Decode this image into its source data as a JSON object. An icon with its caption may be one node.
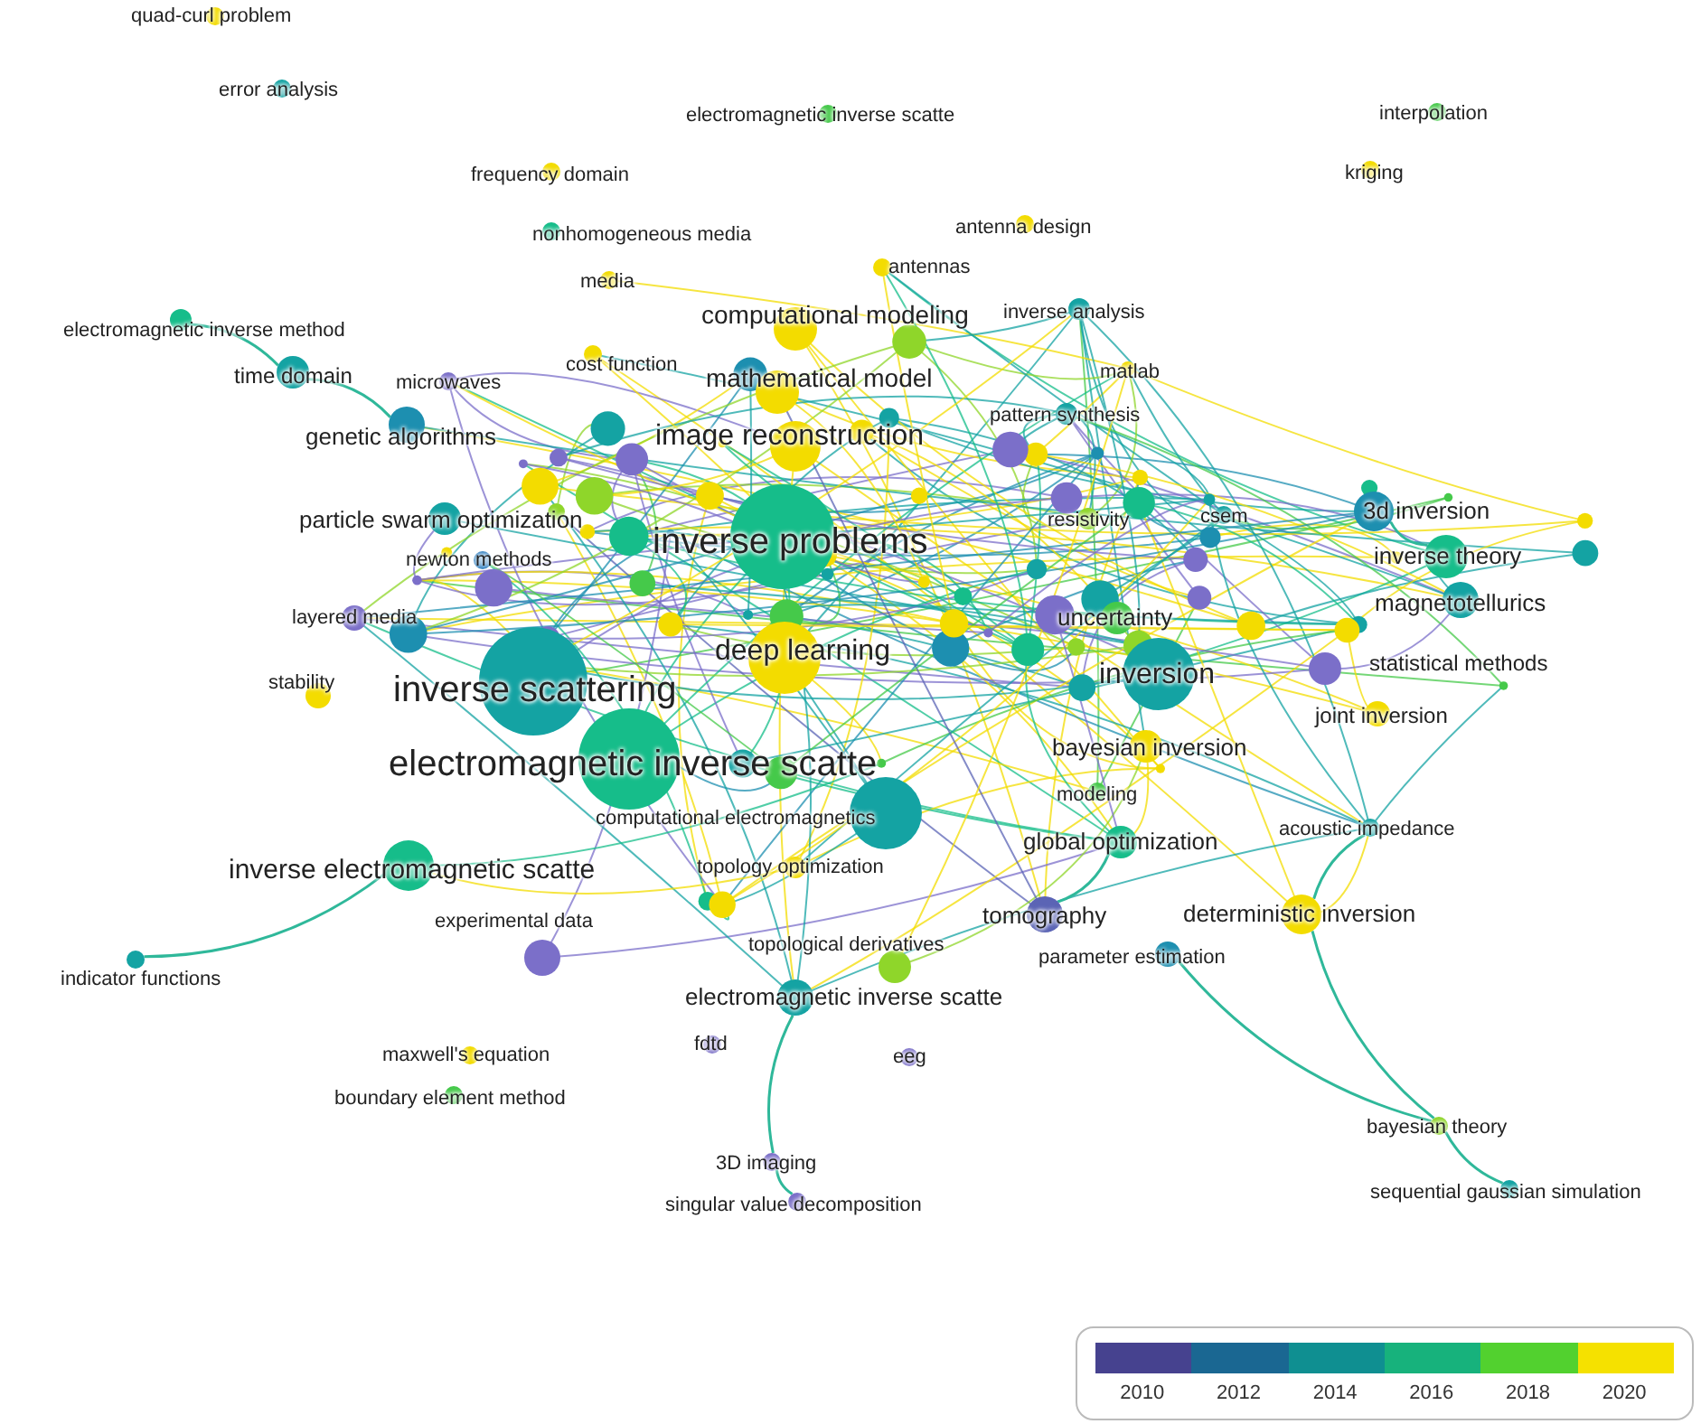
{
  "diagram": {
    "nodes": [
      {
        "text": [
          "quad-curl problem"
        ]
      },
      {
        "text": [
          "error analysis"
        ]
      },
      {
        "text": [
          "electromagnetic inverse scatte"
        ]
      },
      {
        "text": [
          "interpolation"
        ]
      },
      {
        "text": [
          "frequency domain"
        ]
      },
      {
        "text": [
          "kriging"
        ]
      },
      {
        "text": [
          "nonhomogeneous media"
        ]
      },
      {
        "text": [
          "antenna design"
        ]
      },
      {
        "text": [
          "media"
        ]
      },
      {
        "text": [
          "antennas"
        ]
      },
      {
        "text": [
          "computational modeling"
        ]
      },
      {
        "text": [
          "inverse analysis"
        ]
      },
      {
        "text": [
          "electromagnetic inverse method"
        ]
      },
      {
        "text": [
          "cost function"
        ]
      },
      {
        "text": [
          "time domain"
        ]
      },
      {
        "text": [
          "microwaves"
        ]
      },
      {
        "text": [
          "mathematical model"
        ]
      },
      {
        "text": [
          "matlab"
        ]
      },
      {
        "text": [
          "genetic algorithms"
        ]
      },
      {
        "text": [
          "image reconstruction"
        ]
      },
      {
        "text": [
          "pattern synthesis"
        ]
      },
      {
        "text": [
          "3d inversion"
        ]
      },
      {
        "text": [
          "particle swarm optimization"
        ]
      },
      {
        "text": [
          "csem"
        ]
      },
      {
        "text": [
          "resistivity"
        ]
      },
      {
        "text": [
          "inverse problems"
        ]
      },
      {
        "text": [
          "inverse theory"
        ]
      },
      {
        "text": [
          "newton methods"
        ]
      },
      {
        "text": [
          "magnetotellurics"
        ]
      },
      {
        "text": [
          "layered media"
        ]
      },
      {
        "text": [
          "uncertainty"
        ]
      },
      {
        "text": [
          "deep learning"
        ]
      },
      {
        "text": [
          "statistical methods"
        ]
      },
      {
        "text": [
          "inversion"
        ]
      },
      {
        "text": [
          "stability"
        ]
      },
      {
        "text": [
          "inverse scattering"
        ]
      },
      {
        "text": [
          "joint inversion"
        ]
      },
      {
        "text": [
          "bayesian inversion"
        ]
      },
      {
        "text": [
          "electromagnetic inverse scatte"
        ]
      },
      {
        "text": [
          "modeling"
        ]
      },
      {
        "text": [
          "computational electromagnetics"
        ]
      },
      {
        "text": [
          "acoustic impedance"
        ]
      },
      {
        "text": [
          "global optimization"
        ]
      },
      {
        "text": [
          "inverse electromagnetic scatte"
        ]
      },
      {
        "text": [
          "topology optimization"
        ]
      },
      {
        "text": [
          "deterministic inversion"
        ]
      },
      {
        "text": [
          "tomography"
        ]
      },
      {
        "text": [
          "experimental data"
        ]
      },
      {
        "text": [
          "topological derivatives"
        ]
      },
      {
        "text": [
          "parameter estimation"
        ]
      },
      {
        "text": [
          "indicator functions"
        ]
      },
      {
        "text": [
          "electromagnetic inverse scatte"
        ]
      },
      {
        "text": [
          "fdtd"
        ]
      },
      {
        "text": [
          "maxwell's equation"
        ]
      },
      {
        "text": [
          "eeg"
        ]
      },
      {
        "text": [
          "boundary element method"
        ]
      },
      {
        "text": [
          "bayesian theory"
        ]
      },
      {
        "text": [
          "3D imaging"
        ]
      },
      {
        "text": [
          "sequential gaussian simulation"
        ]
      },
      {
        "text": [
          "singular value decomposition"
        ]
      }
    ],
    "edges": [
      {
        "from": 56,
        "to": 58,
        "arrow": "none"
      },
      {
        "from": 45,
        "to": 56,
        "arrow": "none"
      },
      {
        "from": 49,
        "to": 56,
        "arrow": "none"
      },
      {
        "from": 51,
        "to": 57,
        "arrow": "none"
      },
      {
        "from": 57,
        "to": 59,
        "arrow": "none"
      },
      {
        "from": 50,
        "to": 43,
        "arrow": "none"
      },
      {
        "from": 14,
        "to": 12,
        "arrow": "none"
      },
      {
        "from": 18,
        "to": 14,
        "arrow": "none"
      },
      {
        "from": 21,
        "to": 26,
        "arrow": "none"
      },
      {
        "from": 46,
        "to": 42,
        "arrow": "none"
      },
      {
        "from": 41,
        "to": 45,
        "arrow": "none"
      }
    ],
    "legend": [
      {
        "text": "2010",
        "color": "#46428f"
      },
      {
        "text": "2012",
        "color": "#1a6792"
      },
      {
        "text": "2014",
        "color": "#0f8f91"
      },
      {
        "text": "2016",
        "color": "#17b27c"
      },
      {
        "text": "2018",
        "color": "#52d12f"
      },
      {
        "text": "2020",
        "color": "#f5e100"
      }
    ]
  }
}
